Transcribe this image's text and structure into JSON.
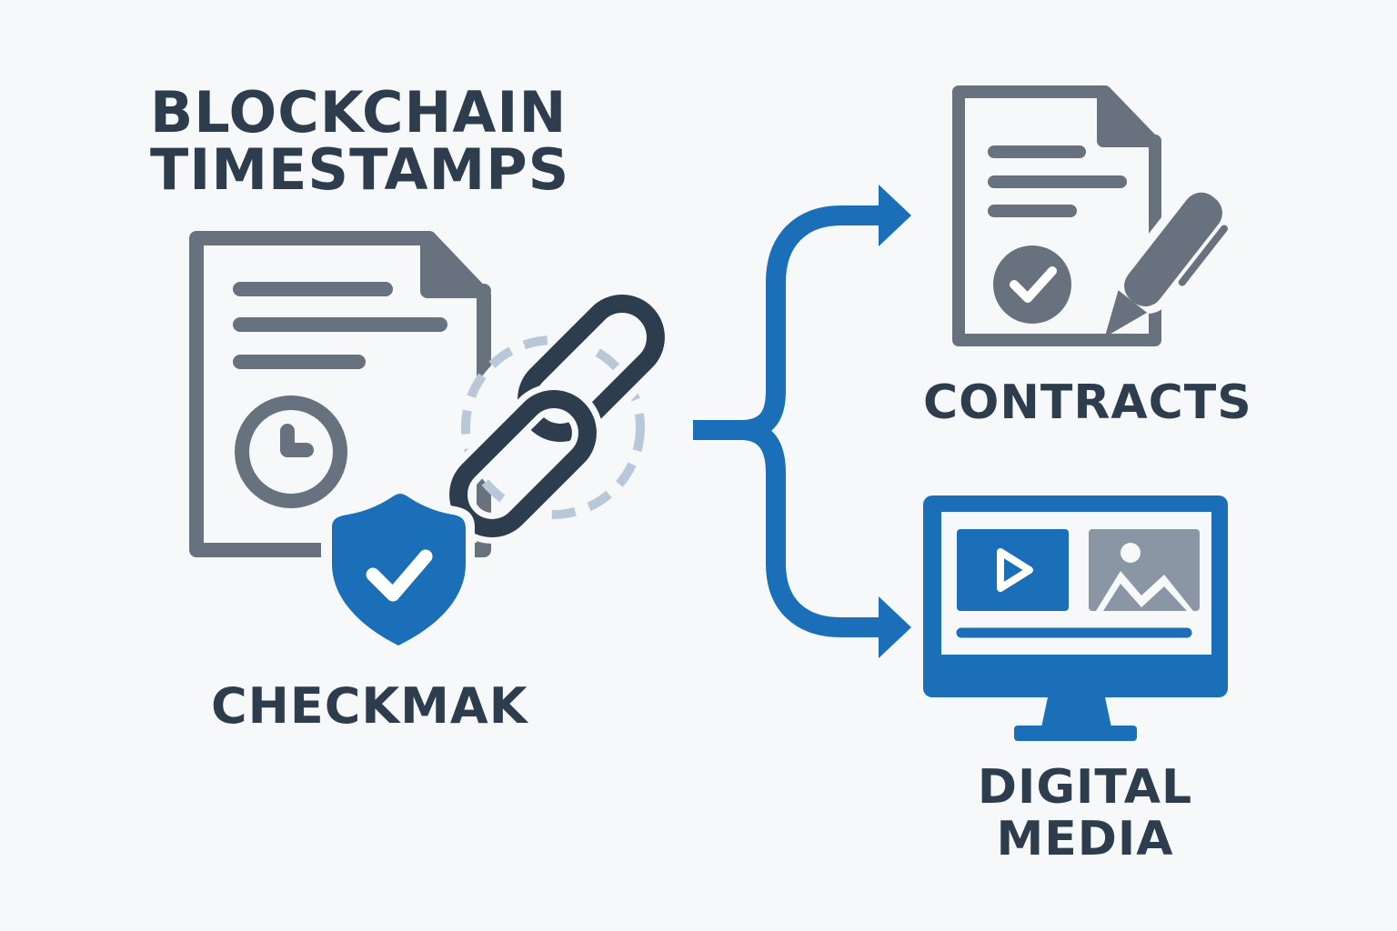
{
  "title": {
    "line1": "BLOCKCHAIN",
    "line2": "TIMESTAMPS"
  },
  "left_label": "CHECKMAK",
  "targets": [
    {
      "label": "CONTRACTS"
    },
    {
      "label_line1": "DIGITAL",
      "label_line2": "MEDIA"
    }
  ],
  "icons": [
    "document-clock-icon",
    "shield-check-icon",
    "chain-link-icon",
    "branch-arrow-icon",
    "contract-pen-icon",
    "monitor-media-icon"
  ],
  "colors": {
    "background": "#f6f8fa",
    "gray": "#67727e",
    "dark": "#2e3d4d",
    "blue": "#1a6fb8",
    "dashed": "#b8c8d8"
  }
}
